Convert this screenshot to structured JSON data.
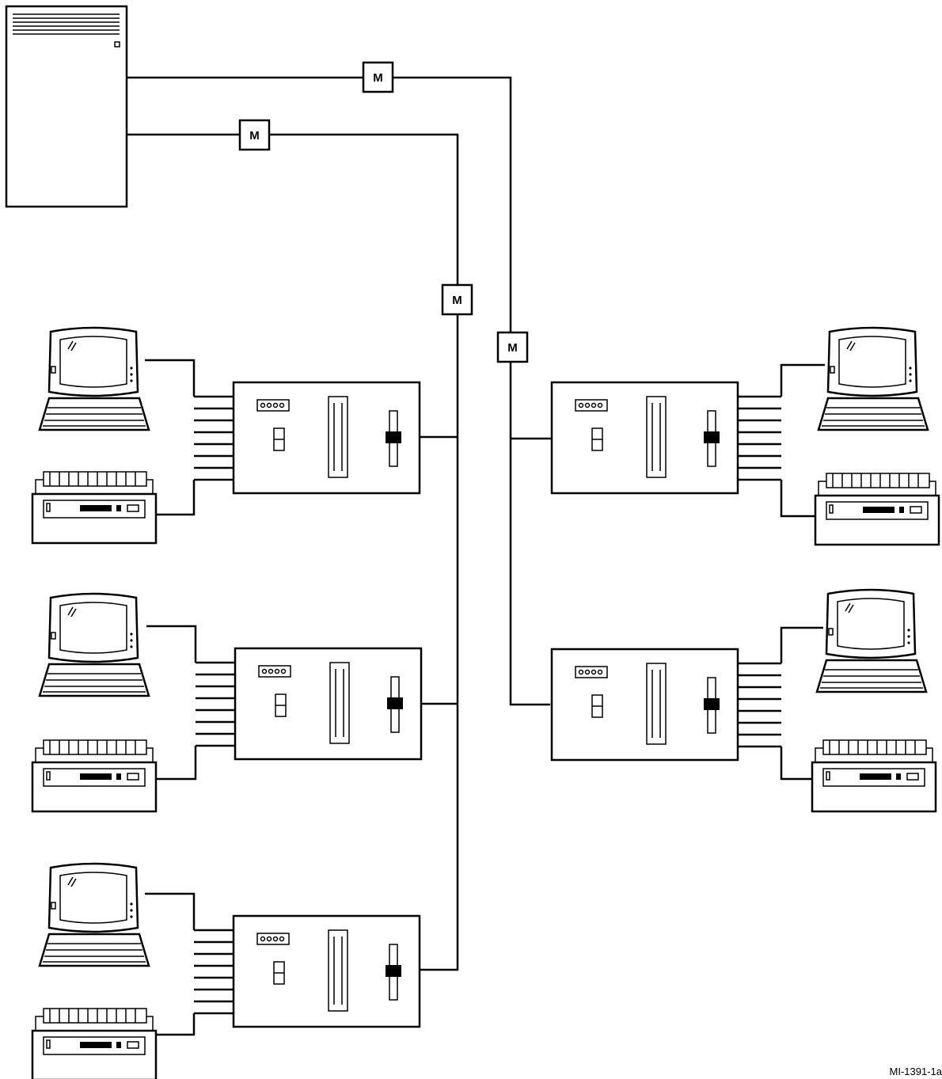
{
  "diagram": {
    "modem_label": "M",
    "figure_id": "MI-1391-1a"
  },
  "colors": {
    "ink": "#000000",
    "paper": "#ffffff"
  },
  "icons": [
    "host-cabinet",
    "modem-box",
    "server-unit",
    "terminal-icon",
    "printer-icon"
  ]
}
